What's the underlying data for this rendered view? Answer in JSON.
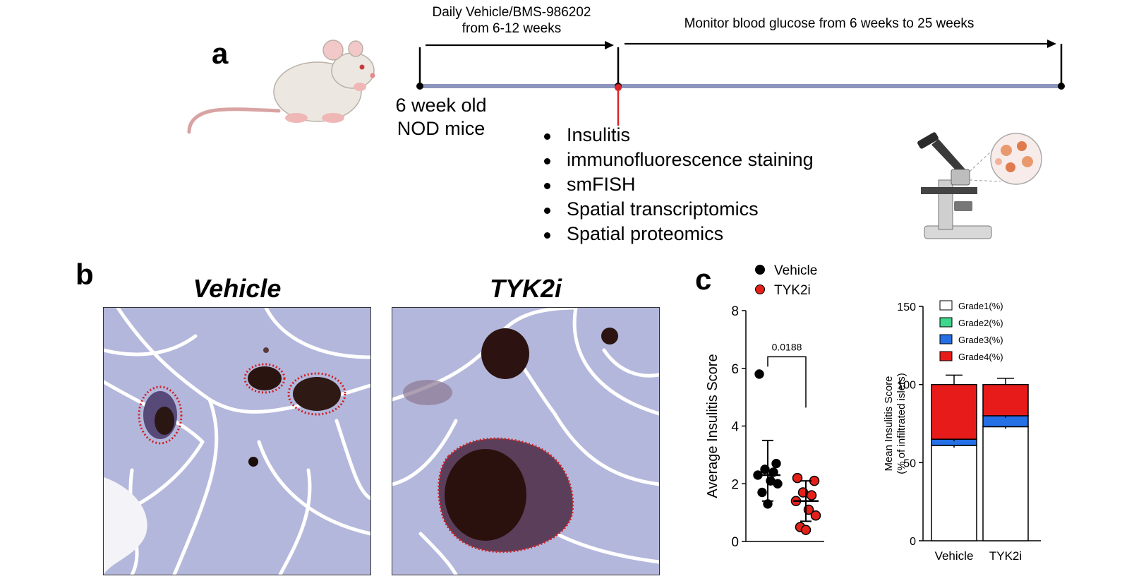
{
  "panels": {
    "a": "a",
    "b": "b",
    "c": "c"
  },
  "timeline": {
    "treatment_note": [
      "Daily Vehicle/BMS-986202",
      "from 6-12 weeks"
    ],
    "monitor_note": "Monitor blood glucose from 6 weeks to 25 weeks",
    "start_label": [
      "6 week old",
      "NOD mice"
    ],
    "analyses": [
      "Insulitis",
      "immunofluorescence staining",
      "smFISH",
      "Spatial transcriptomics",
      "Spatial proteomics"
    ]
  },
  "micrographs": {
    "left_title": "Vehicle",
    "right_title": "TYK2i"
  },
  "colors": {
    "timeline": "#8c96bd",
    "marker": "#d9252a",
    "tissue": "#b4b7dc",
    "vehicle": "#000000",
    "tyk2i": "#e32119"
  },
  "chart_data": [
    {
      "type": "scatter",
      "ylabel": "Average Insulitis Score",
      "ylim": [
        0,
        8
      ],
      "yticks": [
        "0",
        "2",
        "4",
        "6",
        "8"
      ],
      "legend": [
        {
          "name": "Vehicle",
          "color": "#000000"
        },
        {
          "name": "TYK2i",
          "color": "#e32119"
        }
      ],
      "annotation": "0.0188",
      "series": [
        {
          "name": "Vehicle",
          "color": "#000000",
          "mean": 2.3,
          "error": [
            1.4,
            3.5
          ],
          "points": [
            5.8,
            2.7,
            2.5,
            2.4,
            2.3,
            2.1,
            2.0,
            1.7,
            1.3
          ]
        },
        {
          "name": "TYK2i",
          "color": "#e32119",
          "mean": 1.4,
          "error": [
            0.7,
            2.1
          ],
          "points": [
            2.2,
            2.1,
            1.7,
            1.6,
            1.4,
            1.1,
            0.9,
            0.5,
            0.4
          ]
        }
      ]
    },
    {
      "type": "bar",
      "stacked": true,
      "ylabel": [
        "Mean Insulitis Score",
        "(% of infiltrated islets)"
      ],
      "ylim": [
        0,
        150
      ],
      "yticks": [
        "0",
        "50",
        "100",
        "150"
      ],
      "categories": [
        "Vehicle",
        "TYK2i"
      ],
      "series": [
        {
          "name": "Grade1(%)",
          "color": "#ffffff",
          "values": [
            61,
            73
          ]
        },
        {
          "name": "Grade2(%)",
          "color": "#3dd68c",
          "values": [
            0,
            0
          ]
        },
        {
          "name": "Grade3(%)",
          "color": "#2670e6",
          "values": [
            4,
            7
          ]
        },
        {
          "name": "Grade4(%)",
          "color": "#e81b1b",
          "values": [
            35,
            20
          ]
        }
      ],
      "error_top": [
        6,
        4
      ]
    }
  ]
}
